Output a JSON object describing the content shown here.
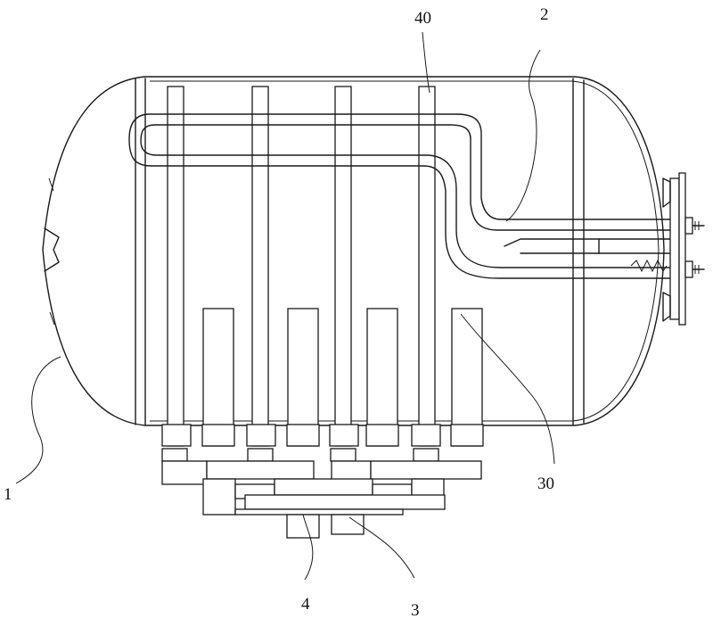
{
  "labels": {
    "tank": "1",
    "tube": "2",
    "bottom_block_a": "3",
    "bottom_block_b": "4",
    "element_short": "30",
    "element_long": "40"
  },
  "colors": {
    "stroke": "#1a1a1a",
    "background": "#ffffff"
  }
}
